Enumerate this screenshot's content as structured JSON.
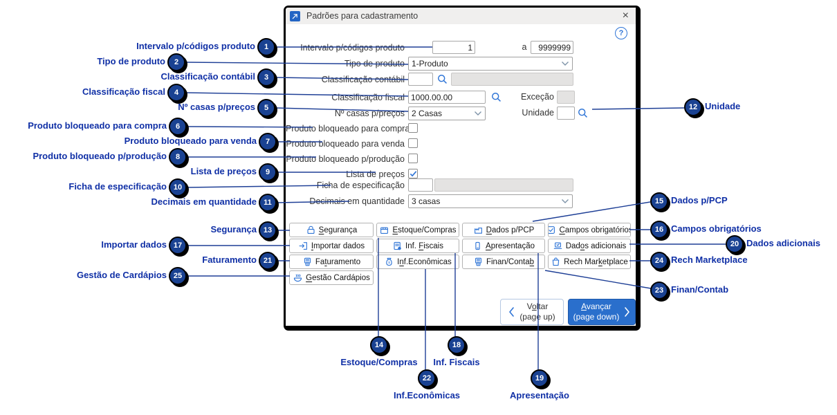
{
  "window": {
    "title": "Padrões para cadastramento",
    "close": "×",
    "help": "?"
  },
  "form": {
    "intervalo": {
      "label": "Intervalo p/códigos produto",
      "value_from": "1",
      "connector": "a",
      "value_to": "9999999"
    },
    "tipo": {
      "label": "Tipo de produto",
      "value": "1-Produto"
    },
    "contabil": {
      "label": "Classificação contábil",
      "code": "",
      "desc": ""
    },
    "fiscal": {
      "label": "Classificação fiscal",
      "value": "1000.00.00",
      "excecao_label": "Exceção",
      "excecao_value": ""
    },
    "casas": {
      "label": "Nº casas p/preços",
      "value": "2 Casas",
      "unidade_label": "Unidade",
      "unidade_value": ""
    },
    "checks": [
      {
        "label": "Produto bloqueado para compra",
        "checked": false
      },
      {
        "label": "Produto bloqueado para venda",
        "checked": false
      },
      {
        "label": "Produto bloqueado p/produção",
        "checked": false
      },
      {
        "label": "Lista de preços",
        "checked": true
      }
    ],
    "ficha": {
      "label": "Ficha de especificação",
      "code": "",
      "desc": ""
    },
    "decimais": {
      "label": "Decimais em quantidade",
      "value": "3 casas"
    }
  },
  "buttons": [
    {
      "name": "seguranca",
      "icon": "lock",
      "pre": "",
      "u": "S",
      "post": "egurança"
    },
    {
      "name": "estoque-compras",
      "icon": "package",
      "pre": "",
      "u": "E",
      "post": "stoque/Compras"
    },
    {
      "name": "dados-pcp",
      "icon": "factory",
      "pre": "",
      "u": "D",
      "post": "ados p/PCP"
    },
    {
      "name": "campos-obrigatorios",
      "icon": "checkbox",
      "pre": "",
      "u": "C",
      "post": "ampos obrigatórios"
    },
    {
      "name": "importar-dados",
      "icon": "import",
      "pre": "",
      "u": "I",
      "post": "mportar dados"
    },
    {
      "name": "inf-fiscais",
      "icon": "fiscal-doc",
      "pre": "Inf. ",
      "u": "F",
      "post": "iscais"
    },
    {
      "name": "apresentacao",
      "icon": "phone",
      "pre": "",
      "u": "A",
      "post": "presentação"
    },
    {
      "name": "dados-adicionais",
      "icon": "laptop",
      "pre": "Dad",
      "u": "o",
      "post": "s adicionais"
    },
    {
      "name": "faturamento",
      "icon": "invoice",
      "pre": "Fa",
      "u": "t",
      "post": "uramento"
    },
    {
      "name": "inf-economicas",
      "icon": "money-bag",
      "pre": "I",
      "u": "n",
      "post": "f.Econômicas"
    },
    {
      "name": "finan-contab",
      "icon": "finance-doc",
      "pre": "Finan/Conta",
      "u": "b",
      "post": ""
    },
    {
      "name": "rech-marketplace",
      "icon": "shopping-bag",
      "pre": "Rech Mar",
      "u": "k",
      "post": "etplace"
    },
    {
      "name": "gestao-cardapios",
      "icon": "food-bowl",
      "pre": "",
      "u": "G",
      "post": "estão Cardápios"
    }
  ],
  "nav": {
    "back": {
      "pre": "V",
      "u": "o",
      "post": "ltar",
      "sub": "(page up)"
    },
    "next": {
      "pre": "",
      "u": "A",
      "post": "vançar",
      "sub": "(page down)"
    }
  },
  "annotations": [
    {
      "n": "1",
      "label": "Intervalo p/códigos produto"
    },
    {
      "n": "2",
      "label": "Tipo de produto"
    },
    {
      "n": "3",
      "label": "Classificação contábil"
    },
    {
      "n": "4",
      "label": "Classificação fiscal"
    },
    {
      "n": "5",
      "label": "Nº casas p/preços"
    },
    {
      "n": "6",
      "label": "Produto bloqueado para compra"
    },
    {
      "n": "7",
      "label": "Produto bloqueado para venda"
    },
    {
      "n": "8",
      "label": "Produto bloqueado p/produção"
    },
    {
      "n": "9",
      "label": "Lista de preços"
    },
    {
      "n": "10",
      "label": "Ficha de especificação"
    },
    {
      "n": "11",
      "label": "Decimais em quantidade"
    },
    {
      "n": "12",
      "label": "Unidade"
    },
    {
      "n": "13",
      "label": "Segurança"
    },
    {
      "n": "14",
      "label": "Estoque/Compras"
    },
    {
      "n": "15",
      "label": "Dados p/PCP"
    },
    {
      "n": "16",
      "label": "Campos obrigatórios"
    },
    {
      "n": "17",
      "label": "Importar dados"
    },
    {
      "n": "18",
      "label": "Inf. Fiscais"
    },
    {
      "n": "19",
      "label": "Apresentação"
    },
    {
      "n": "20",
      "label": "Dados adicionais"
    },
    {
      "n": "21",
      "label": "Faturamento"
    },
    {
      "n": "22",
      "label": "Inf.Econômicas"
    },
    {
      "n": "23",
      "label": "Finan/Contab"
    },
    {
      "n": "24",
      "label": "Rech Marketplace"
    },
    {
      "n": "25",
      "label": "Gestão de Cardápios"
    }
  ],
  "colors": {
    "accent_blue": "#2e74d6",
    "badge_blue": "#1a4292",
    "annotation_navy": "#1030a6",
    "next_button": "#2a6fcc"
  }
}
